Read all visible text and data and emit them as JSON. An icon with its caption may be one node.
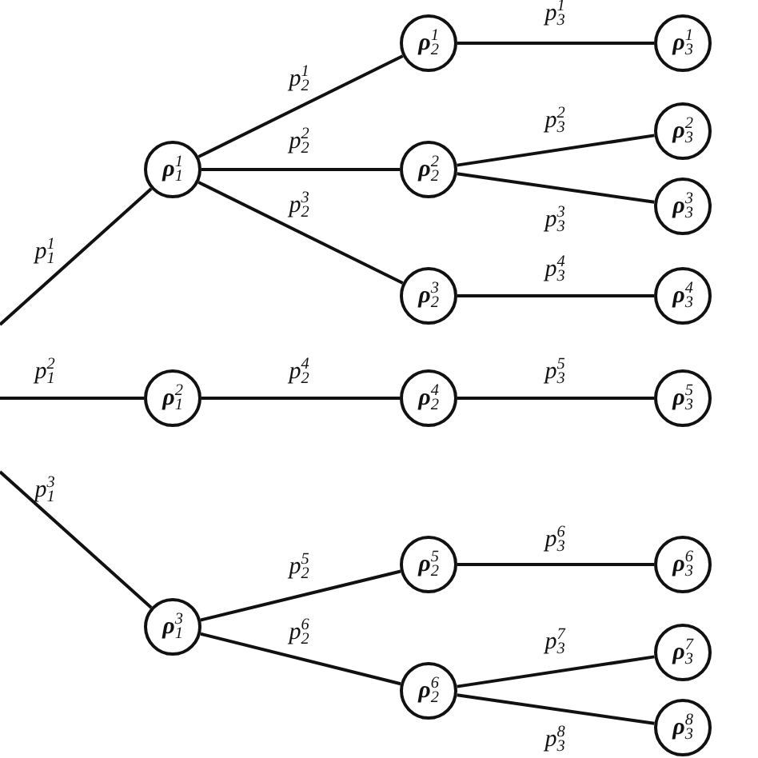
{
  "diagram": {
    "nodes": [
      {
        "text": [
          "**ρ**$^{1}$$_{1}$"
        ]
      },
      {
        "text": [
          "**ρ**$^{2}$$_{1}$"
        ]
      },
      {
        "text": [
          "**ρ**$^{3}$$_{1}$"
        ]
      },
      {
        "text": [
          "**ρ**$^{1}$$_{2}$"
        ]
      },
      {
        "text": [
          "**ρ**$^{2}$$_{2}$"
        ]
      },
      {
        "text": [
          "**ρ**$^{3}$$_{2}$"
        ]
      },
      {
        "text": [
          "**ρ**$^{4}$$_{2}$"
        ]
      },
      {
        "text": [
          "**ρ**$^{5}$$_{2}$"
        ]
      },
      {
        "text": [
          "**ρ**$^{6}$$_{2}$"
        ]
      },
      {
        "text": [
          "**ρ**$^{1}$$_{3}$"
        ]
      },
      {
        "text": [
          "**ρ**$^{2}$$_{3}$"
        ]
      },
      {
        "text": [
          "**ρ**$^{3}$$_{3}$"
        ]
      },
      {
        "text": [
          "**ρ**$^{4}$$_{3}$"
        ]
      },
      {
        "text": [
          "**ρ**$^{5}$$_{3}$"
        ]
      },
      {
        "text": [
          "**ρ**$^{6}$$_{3}$"
        ]
      },
      {
        "text": [
          "**ρ**$^{7}$$_{3}$"
        ]
      },
      {
        "text": [
          "**ρ**$^{8}$$_{3}$"
        ]
      }
    ],
    "edges": [
      {
        "from": null,
        "to": 0,
        "arrow": "none",
        "label": "p$^{1}$$_{1}$"
      },
      {
        "from": null,
        "to": 1,
        "arrow": "none",
        "label": "p$^{2}$$_{1}$"
      },
      {
        "from": null,
        "to": 2,
        "arrow": "none",
        "label": "p$^{3}$$_{1}$"
      },
      {
        "from": 0,
        "to": 3,
        "arrow": "none",
        "label": "p$^{1}$$_{2}$"
      },
      {
        "from": 0,
        "to": 4,
        "arrow": "none",
        "label": "p$^{2}$$_{2}$"
      },
      {
        "from": 0,
        "to": 5,
        "arrow": "none",
        "label": "p$^{3}$$_{2}$"
      },
      {
        "from": 1,
        "to": 6,
        "arrow": "none",
        "label": "p$^{4}$$_{2}$"
      },
      {
        "from": 2,
        "to": 7,
        "arrow": "none",
        "label": "p$^{5}$$_{2}$"
      },
      {
        "from": 2,
        "to": 8,
        "arrow": "none",
        "label": "p$^{6}$$_{2}$"
      },
      {
        "from": 3,
        "to": 9,
        "arrow": "none",
        "label": "p$^{1}$$_{3}$"
      },
      {
        "from": 4,
        "to": 10,
        "arrow": "none",
        "label": "p$^{2}$$_{3}$"
      },
      {
        "from": 4,
        "to": 11,
        "arrow": "none",
        "label": "p$^{3}$$_{3}$"
      },
      {
        "from": 5,
        "to": 12,
        "arrow": "none",
        "label": "p$^{4}$$_{3}$"
      },
      {
        "from": 6,
        "to": 13,
        "arrow": "none",
        "label": "p$^{5}$$_{3}$"
      },
      {
        "from": 7,
        "to": 14,
        "arrow": "none",
        "label": "p$^{6}$$_{3}$"
      },
      {
        "from": 8,
        "to": 15,
        "arrow": "none",
        "label": "p$^{7}$$_{3}$"
      },
      {
        "from": 8,
        "to": 16,
        "arrow": "none",
        "label": "p$^{8}$$_{3}$"
      }
    ]
  }
}
